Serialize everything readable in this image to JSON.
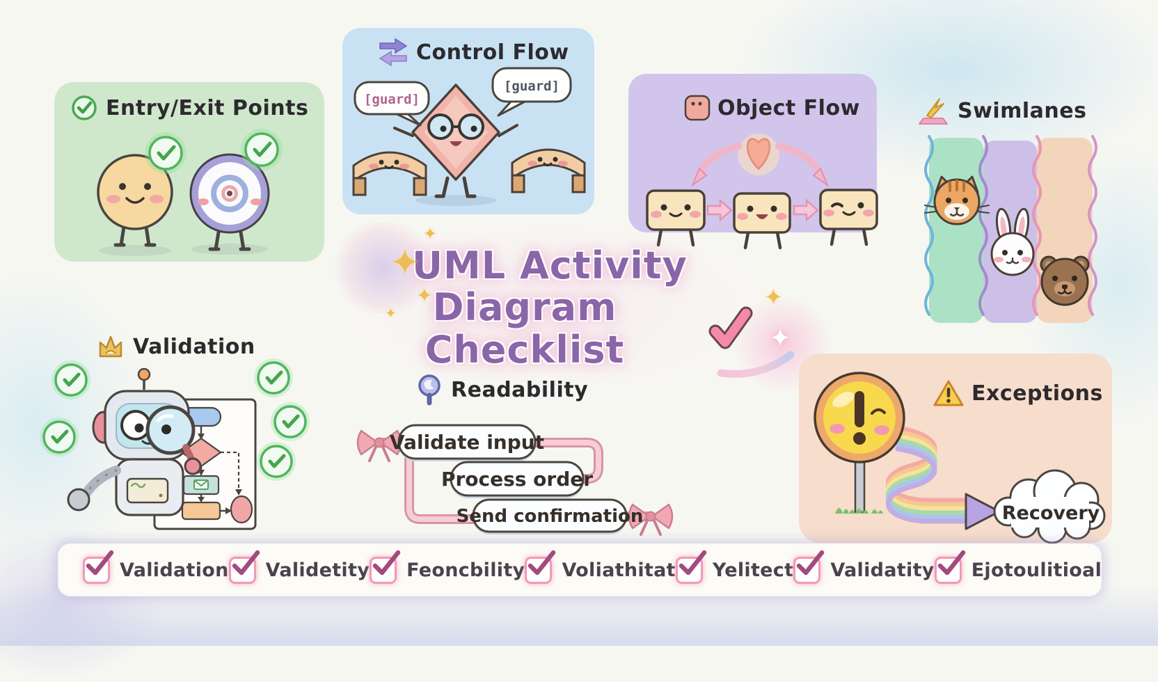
{
  "title": {
    "line1": "UML Activity",
    "line2": "Diagram Checklist",
    "check_mark": "✓"
  },
  "sections": {
    "entry_exit": {
      "label": "Entry/Exit Points"
    },
    "control_flow": {
      "label": "Control Flow",
      "guard_left": "[guard]",
      "guard_right": "[guard]"
    },
    "object_flow": {
      "label": "Object Flow"
    },
    "swimlanes": {
      "label": "Swimlanes"
    },
    "validation": {
      "label": "Validation"
    },
    "readability": {
      "label": "Readability",
      "steps": [
        "Validate input",
        "Process order",
        "Send confirmation"
      ]
    },
    "exceptions": {
      "label": "Exceptions",
      "recovery": "Recovery"
    }
  },
  "checklist": {
    "items": [
      {
        "label": "Validation",
        "checked": true
      },
      {
        "label": "Validetity",
        "checked": true
      },
      {
        "label": "Feoncbility",
        "checked": true
      },
      {
        "label": "Voliathitat",
        "checked": true
      },
      {
        "label": "Yelitect",
        "checked": true
      },
      {
        "label": "Validatity",
        "checked": true
      },
      {
        "label": "Ejotoulitioal",
        "checked": true
      }
    ]
  },
  "colors": {
    "entry_panel_green": "#cfe8cc",
    "control_panel_blue": "#c9e2f3",
    "object_panel_purple": "#d2c5ec",
    "exceptions_panel_peach": "#f7ddcb",
    "title_purple": "#8a66a8",
    "title_check_pink": "#f580a6",
    "checkbox_pink": "#f09ab4",
    "checkbox_check_magenta": "#a34a7e",
    "success_green": "#4fae57",
    "lane_green": "#abe2c6",
    "lane_purple": "#ccc0e8",
    "lane_peach": "#f3d5bb"
  }
}
